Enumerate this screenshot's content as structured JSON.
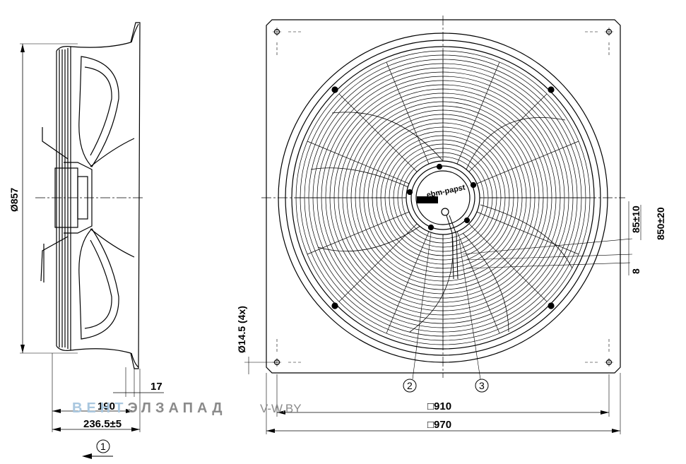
{
  "dimensions": {
    "side_height": "Ø857",
    "hub_offset": "17",
    "depth_190": "190",
    "depth_total": "236.5±5",
    "hole_diameter": "Ø14.5 (4x)",
    "inner_square": "□910",
    "outer_square": "□970",
    "offset_85": "85±10",
    "offset_8": "8",
    "cable_length": "850±20"
  },
  "callouts": {
    "airflow": "1",
    "part_2": "2",
    "part_3": "3"
  },
  "hub_label": "ebm-papst",
  "watermark": {
    "brand_highlight": "ВЕНТ",
    "brand_rest": "ЭЛЗАПАД",
    "site": "V-W.BY",
    "highlight_color": "#a9c7df",
    "rest_color": "#8b8b8b"
  }
}
